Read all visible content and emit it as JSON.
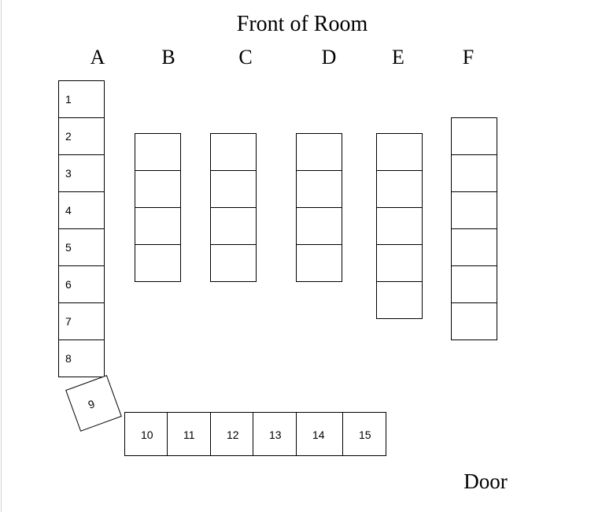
{
  "title": "Front of Room",
  "door_label": "Door",
  "columns": [
    {
      "label": "A",
      "desks": [
        "1",
        "2",
        "3",
        "4",
        "5",
        "6",
        "7",
        "8"
      ]
    },
    {
      "label": "B",
      "desks": [
        "",
        "",
        "",
        ""
      ]
    },
    {
      "label": "C",
      "desks": [
        "",
        "",
        "",
        ""
      ]
    },
    {
      "label": "D",
      "desks": [
        "",
        "",
        "",
        ""
      ]
    },
    {
      "label": "E",
      "desks": [
        "",
        "",
        "",
        "",
        ""
      ]
    },
    {
      "label": "F",
      "desks": [
        "",
        "",
        "",
        "",
        "",
        ""
      ]
    }
  ],
  "corner_desk": "9",
  "back_row": [
    "10",
    "11",
    "12",
    "13",
    "14",
    "15"
  ]
}
